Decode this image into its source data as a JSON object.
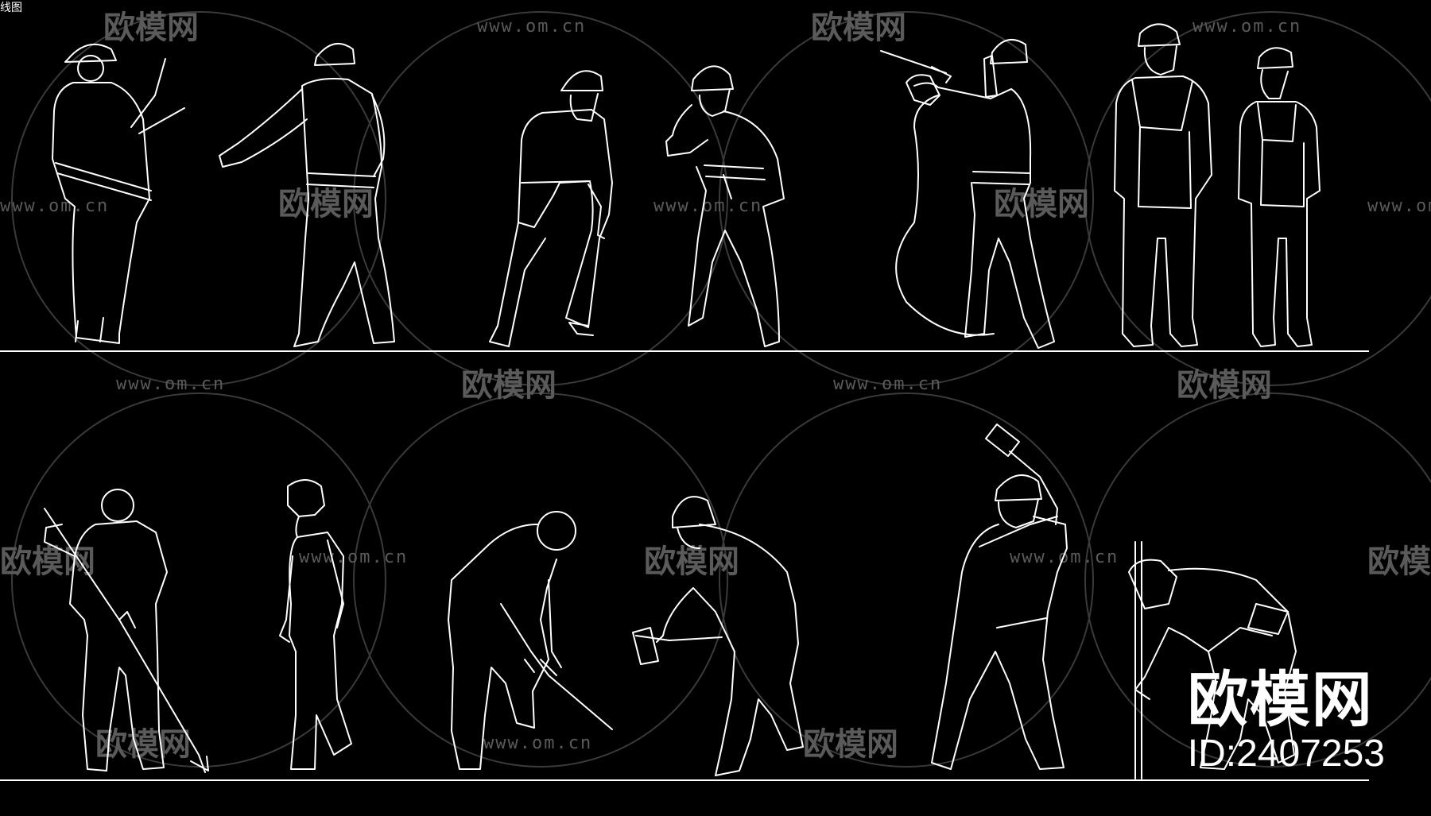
{
  "corner_label": "线图",
  "watermark": {
    "brand": "欧模网",
    "site": "www.om.cn"
  },
  "badge": {
    "brand": "欧模网",
    "id": "ID:2407253"
  },
  "colors": {
    "background": "#000000",
    "line": "#ffffff",
    "watermark": "#5a5a5a"
  },
  "figures": [
    {
      "name": "worker-pointing-with-clipboard"
    },
    {
      "name": "worker-gesturing-back-view"
    },
    {
      "name": "worker-walking-gloved"
    },
    {
      "name": "worker-checking-watch"
    },
    {
      "name": "welder-with-torch-and-hose"
    },
    {
      "name": "worker-in-overalls-standing"
    },
    {
      "name": "female-worker-in-overalls"
    },
    {
      "name": "worker-raking"
    },
    {
      "name": "man-walking-side-view"
    },
    {
      "name": "worker-bending-with-bar"
    },
    {
      "name": "worker-with-sledgehammer-bent"
    },
    {
      "name": "worker-swinging-sledgehammer"
    },
    {
      "name": "worker-driving-stake"
    }
  ]
}
